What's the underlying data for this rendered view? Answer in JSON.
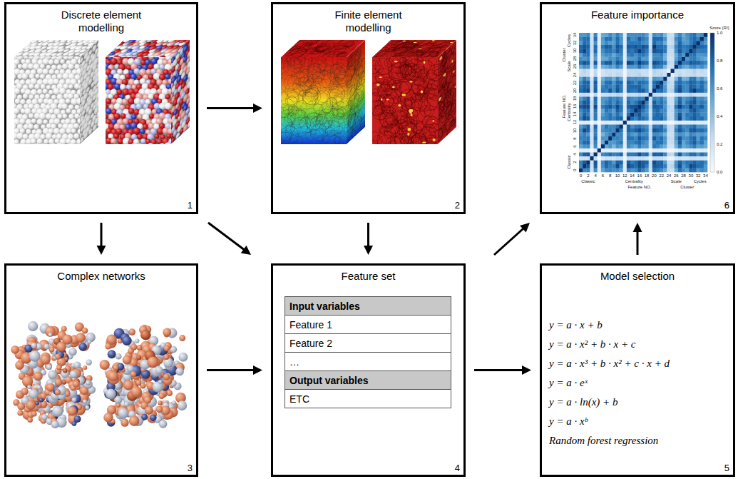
{
  "diagram": {
    "nodes": [
      {
        "text": [
          "Discrete element modelling",
          "1"
        ]
      },
      {
        "text": [
          "Finite element modelling",
          "2"
        ]
      },
      {
        "text": [
          "Feature importance",
          "6"
        ]
      },
      {
        "text": [
          "Complex networks",
          "3"
        ]
      },
      {
        "text": [
          "Feature set",
          "4"
        ]
      },
      {
        "text": [
          "Input variables"
        ],
        "in": 4
      },
      {
        "text": [
          "Feature 1"
        ],
        "in": 4
      },
      {
        "text": [
          "Feature 2"
        ],
        "in": 4
      },
      {
        "text": [
          "…"
        ],
        "in": 4
      },
      {
        "text": [
          "Output variables"
        ],
        "in": 4
      },
      {
        "text": [
          "ETC"
        ],
        "in": 4
      },
      {
        "text": [
          "Model selection",
          "y = a · x + b",
          "y = a · x² + b · x + c",
          "y = a · x³ + b · x² + c · x + d",
          "y = a · eˣ",
          "y = a · ln(x) + b",
          "y = a · xᵇ",
          "Random forest regression",
          "5"
        ]
      }
    ],
    "edges": [
      {
        "from": 0,
        "to": 1,
        "arrow": "to"
      },
      {
        "from": 0,
        "to": 3,
        "arrow": "to"
      },
      {
        "from": 0,
        "to": 4,
        "arrow": "to"
      },
      {
        "from": 1,
        "to": 4,
        "arrow": "to"
      },
      {
        "from": 3,
        "to": 4,
        "arrow": "to"
      },
      {
        "from": 4,
        "to": 11,
        "arrow": "to"
      },
      {
        "from": 4,
        "to": 2,
        "arrow": "to"
      },
      {
        "from": 11,
        "to": 2,
        "arrow": "to"
      }
    ],
    "labels": [
      "Score (R²)",
      "1.0",
      "0.8",
      "0.6",
      "0.4",
      "0.2",
      "0.0",
      "0",
      "2",
      "4",
      "6",
      "8",
      "10",
      "12",
      "14",
      "16",
      "18",
      "20",
      "22",
      "24",
      "26",
      "28",
      "30",
      "32",
      "34",
      "Classic",
      "Centrality",
      "Scale",
      "Cluster",
      "Cycles",
      "Feature NO.",
      "0",
      "2",
      "4",
      "6",
      "8",
      "10",
      "12",
      "14",
      "16",
      "18",
      "20",
      "22",
      "24",
      "26",
      "28",
      "30",
      "32",
      "34",
      "Classic",
      "Centrality",
      "Scale",
      "Cluster",
      "Cycles",
      "Feature NO."
    ]
  }
}
